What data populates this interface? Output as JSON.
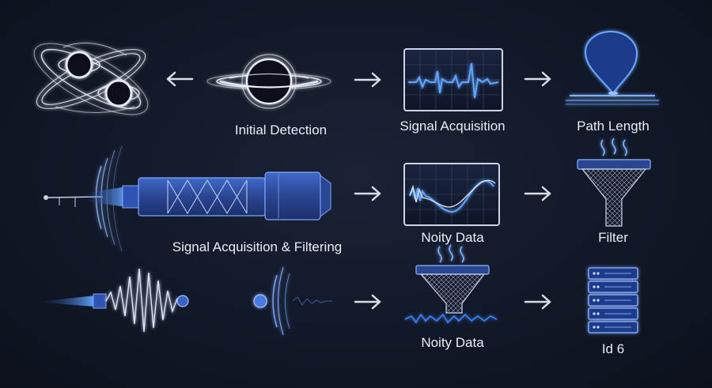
{
  "labels": {
    "initial_detection": "Initial Detection",
    "signal_acquisition": "Signal Acquisition",
    "path_length": "Path Length",
    "signal_acquisition_filtering": "Signal Acquisition & Filtering",
    "noity_data_1": "Noity Data",
    "filter": "Filter",
    "noity_data_2": "Noity Data",
    "id_6": "Id 6"
  },
  "colors": {
    "background": "#111827",
    "accent_blue": "#3b82f6",
    "glow_blue": "#60a5fa",
    "probe_body": "#2d4a9a",
    "arrow": "#d8dde6",
    "label_text": "#e9edf4"
  },
  "icons": [
    "binary-black-hole-icon",
    "black-hole-icon",
    "waveform-monitor-icon",
    "location-pin-icon",
    "probe-instrument-icon",
    "noisy-monitor-icon",
    "filter-funnel-icon",
    "wave-beam-icon",
    "filter-funnel-wave-icon",
    "server-rack-icon"
  ]
}
